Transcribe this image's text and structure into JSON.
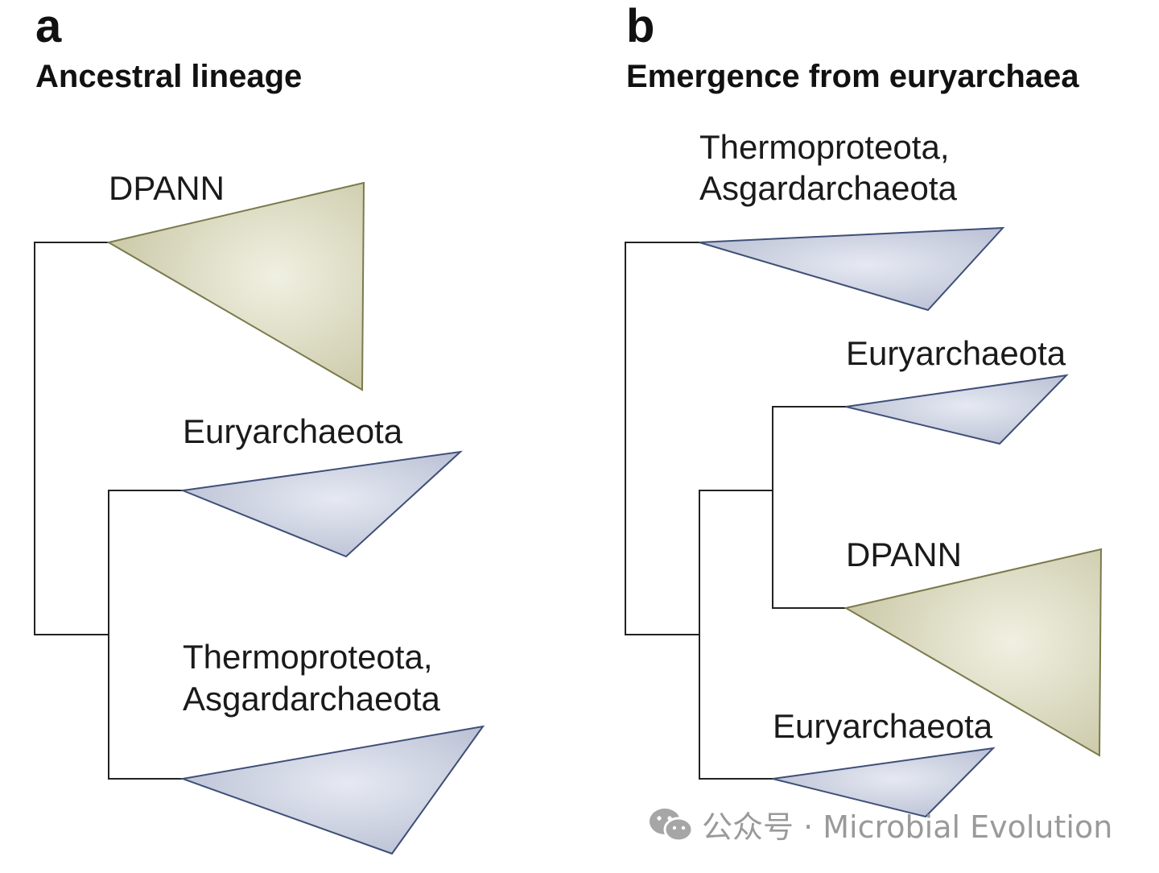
{
  "panel_a": {
    "letter": "a",
    "title": "Ancestral lineage",
    "labels": {
      "dpann": "DPANN",
      "euryarchaeota": "Euryarchaeota",
      "thermo_line1": "Thermoproteota,",
      "thermo_line2": "Asgardarchaeota"
    }
  },
  "panel_b": {
    "letter": "b",
    "title": "Emergence from euryarchaea",
    "labels": {
      "thermo_line1": "Thermoproteota,",
      "thermo_line2": "Asgardarchaeota",
      "euryarchaeota_upper": "Euryarchaeota",
      "dpann": "DPANN",
      "euryarchaeota_lower": "Euryarchaeota"
    }
  },
  "watermark": {
    "icon": "wechat-icon",
    "text": "公众号 · Microbial Evolution"
  },
  "colors": {
    "blue_clade_center": "#e4e7f0",
    "blue_clade_edge": "#b9c0d4",
    "blue_clade_stroke": "#3f4f78",
    "tan_clade_center": "#eeeedd",
    "tan_clade_edge": "#cfcdac",
    "tan_clade_stroke": "#7b7a4c"
  }
}
